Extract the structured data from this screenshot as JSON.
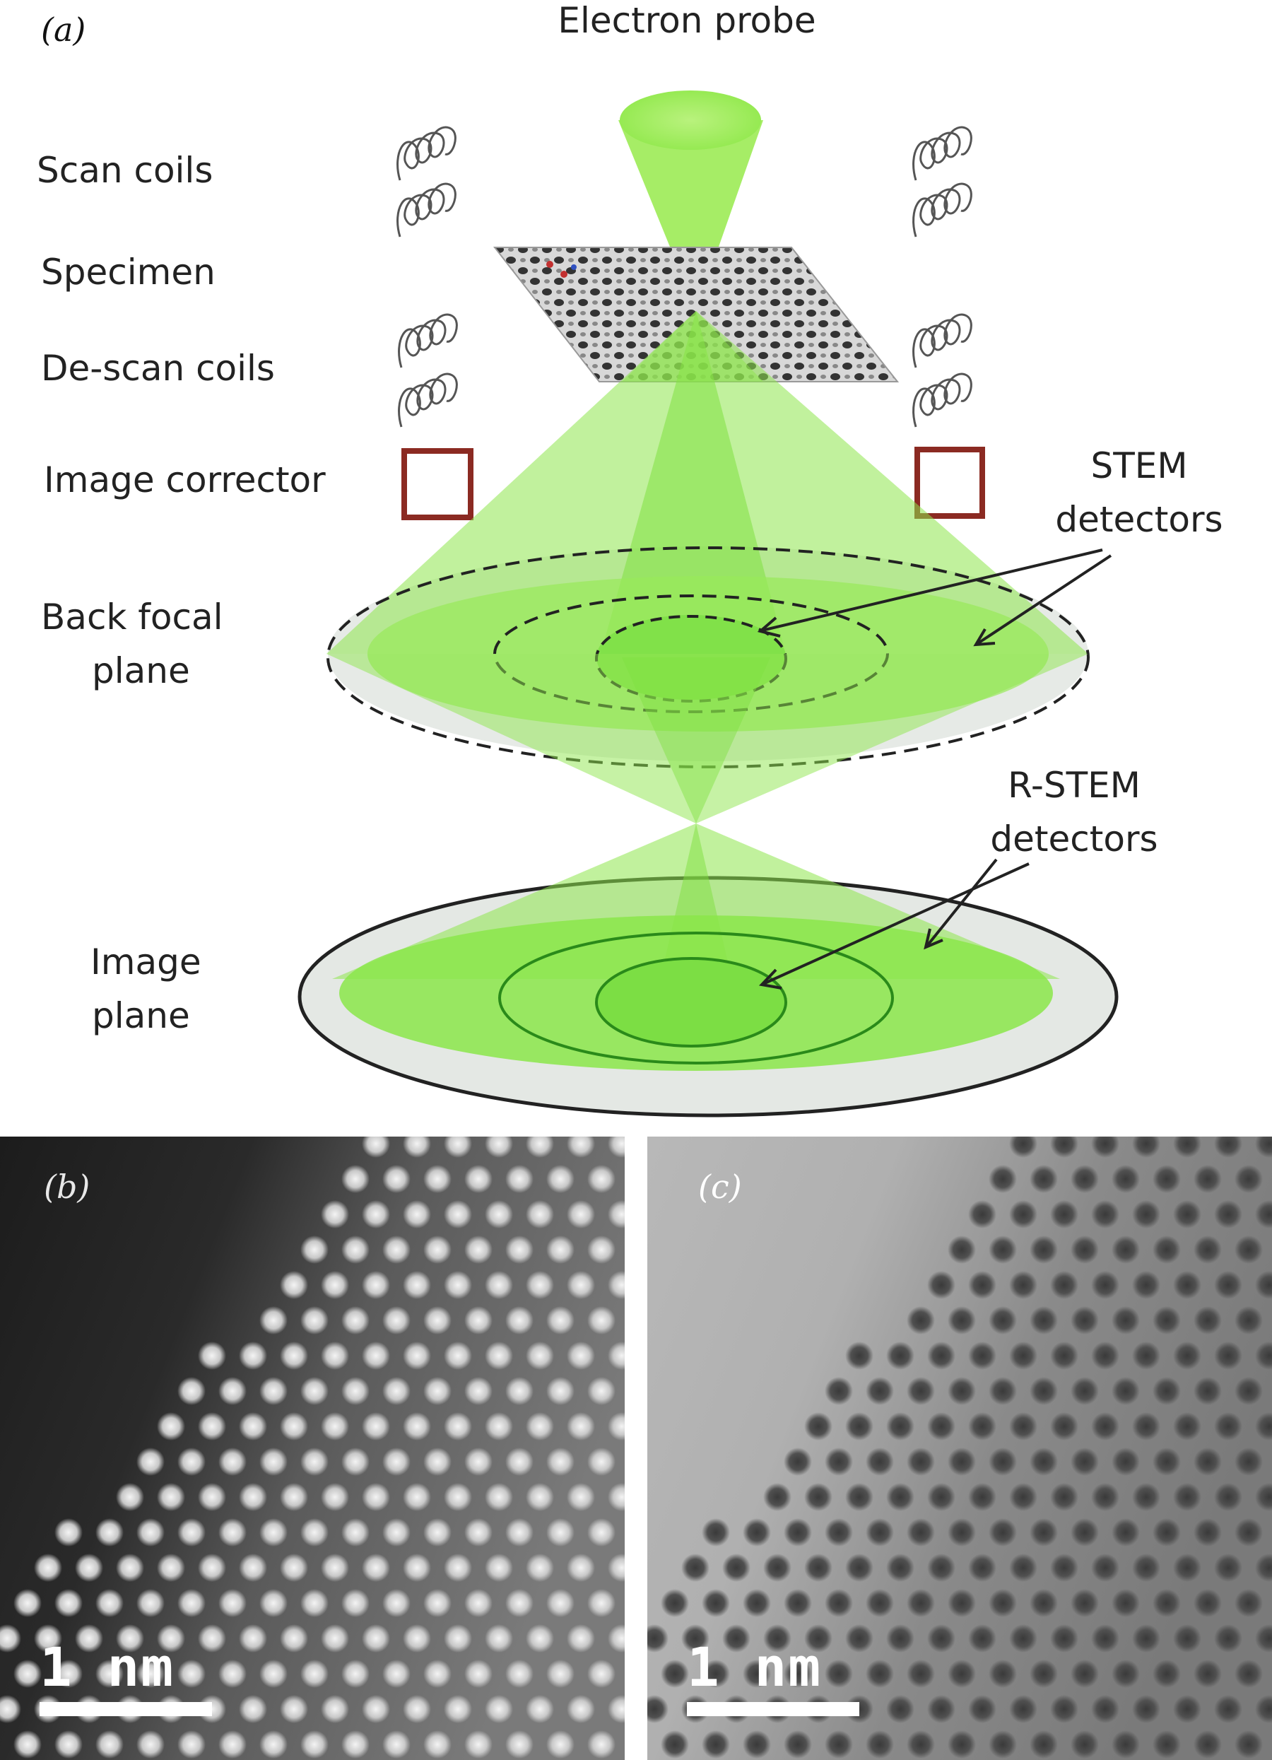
{
  "panel_a": {
    "tag": "(a)",
    "title": "Electron probe",
    "labels": {
      "scan_coils": "Scan coils",
      "specimen": "Specimen",
      "descan_coils": "De-scan coils",
      "image_corrector": "Image corrector",
      "back_focal_plane_1": "Back focal",
      "back_focal_plane_2": "plane",
      "image_plane_1": "Image",
      "image_plane_2": "plane",
      "stem_1": "STEM",
      "stem_2": "detectors",
      "rstem_1": "R-STEM",
      "rstem_2": "detectors"
    }
  },
  "panel_b": {
    "tag": "(b)",
    "scale_label": "1 nm"
  },
  "panel_c": {
    "tag": "(c)",
    "scale_label": "1 nm"
  },
  "colors": {
    "beam_green": "#7ee83a",
    "beam_light": "#b6f07c",
    "corrector_red": "#8b2a22",
    "plane_grey": "#e4e8e4"
  }
}
